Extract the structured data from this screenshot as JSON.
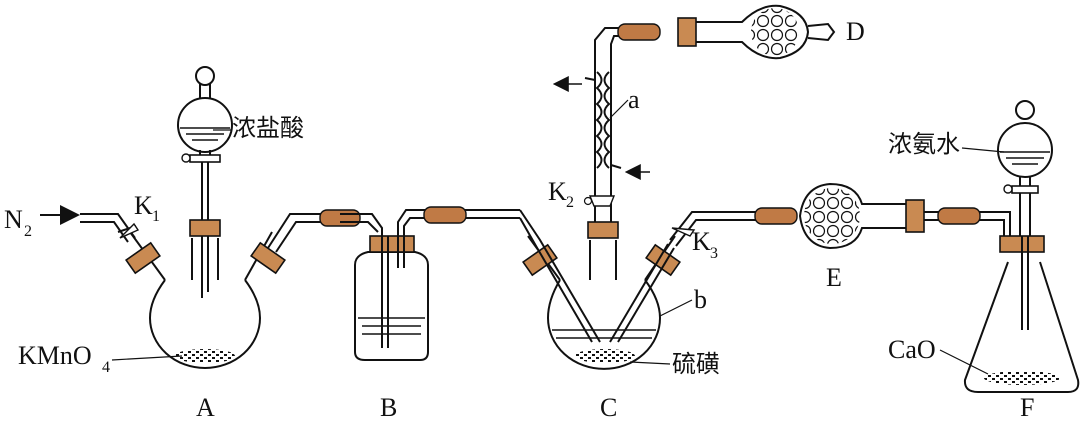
{
  "labels": {
    "n2": "N",
    "n2_sub": "2",
    "k1": "K",
    "k1_sub": "1",
    "k2": "K",
    "k2_sub": "2",
    "k3": "K",
    "k3_sub": "3",
    "hcl": "浓盐酸",
    "kmno4": "KMnO",
    "kmno4_sub": "4",
    "ammonia": "浓氨水",
    "cao": "CaO",
    "sulfur": "硫磺",
    "a": "a",
    "b": "b",
    "D": "D",
    "A": "A",
    "B": "B",
    "C": "C",
    "E": "E",
    "F": "F"
  }
}
